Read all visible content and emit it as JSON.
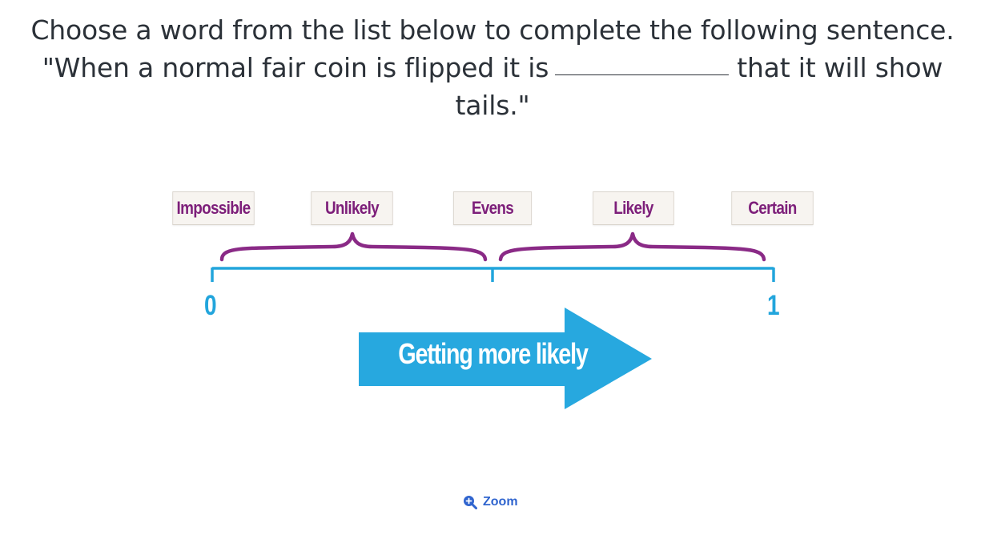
{
  "question": {
    "line1": "Choose a word from the list below to complete the following sentence.",
    "line2_before": "\"When a normal fair coin is flipped it is",
    "line2_after": "that it will show",
    "line3": "tails.\""
  },
  "scale": {
    "words": [
      "Impossible",
      "Unlikely",
      "Evens",
      "Likely",
      "Certain"
    ],
    "start_label": "0",
    "end_label": "1",
    "arrow_text": "Getting more likely",
    "colors": {
      "word_text": "#7d1f7a",
      "brace": "#8a2a86",
      "axis": "#22a5dc",
      "arrow": "#27a8df"
    }
  },
  "zoom": {
    "label": "Zoom",
    "icon": "zoom-in-icon"
  }
}
